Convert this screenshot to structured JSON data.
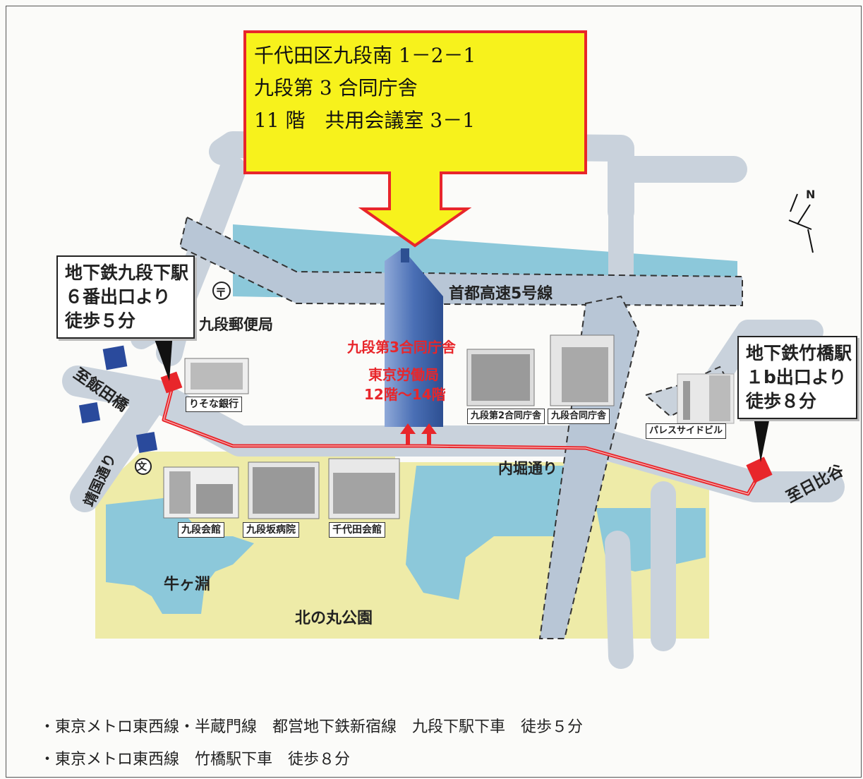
{
  "address": {
    "line1": "千代田区九段南 1－2－1",
    "line2": "九段第 3 合同庁舎",
    "line3": "11 階　共用会議室 3－1"
  },
  "callouts": {
    "kudanshita": [
      "地下鉄九段下駅",
      "６番出口より",
      "徒歩５分"
    ],
    "takebashi": [
      "地下鉄竹橋駅",
      "１b出口より",
      "徒歩８分"
    ]
  },
  "labels": {
    "expressway": "首都高速5号線",
    "post_office": "九段郵便局",
    "post_symbol": "〒",
    "school_symbol": "文",
    "iidabashi": "至飯田橋",
    "yasukuni": "靖国通り",
    "hibiya": "至日比谷",
    "uchibori": "内堀通り",
    "ushigafuchi": "牛ヶ淵",
    "kitanomaru": "北の丸公園",
    "target_building": "九段第3合同庁舎",
    "labour_bureau": "東京労働局",
    "floors": "12階～14階",
    "compass_n": "N"
  },
  "buildings": {
    "resona": "りそな銀行",
    "kudan2": "九段第2合同庁舎",
    "kudan_joint": "九段合同庁舎",
    "palaceside": "パレスサイドビル",
    "kudan_kaikan": "九段会館",
    "kudanzaka_hospital": "九段坂病院",
    "chiyoda_kaikan": "千代田会館"
  },
  "access": [
    "・東京メトロ東西線・半蔵門線　都営地下鉄新宿線　九段下駅下車　徒歩５分",
    "・東京メトロ東西線　竹橋駅下車　徒歩８分"
  ],
  "colors": {
    "road": "#c9d2dc",
    "water": "#8cc8da",
    "park": "#eeeba8",
    "route": "#e8262b",
    "arrow_fill": "#f7f21c",
    "arrow_border": "#e8262b",
    "building_tower": "#4a6fb5",
    "station_marker": "#2a4a9c"
  }
}
